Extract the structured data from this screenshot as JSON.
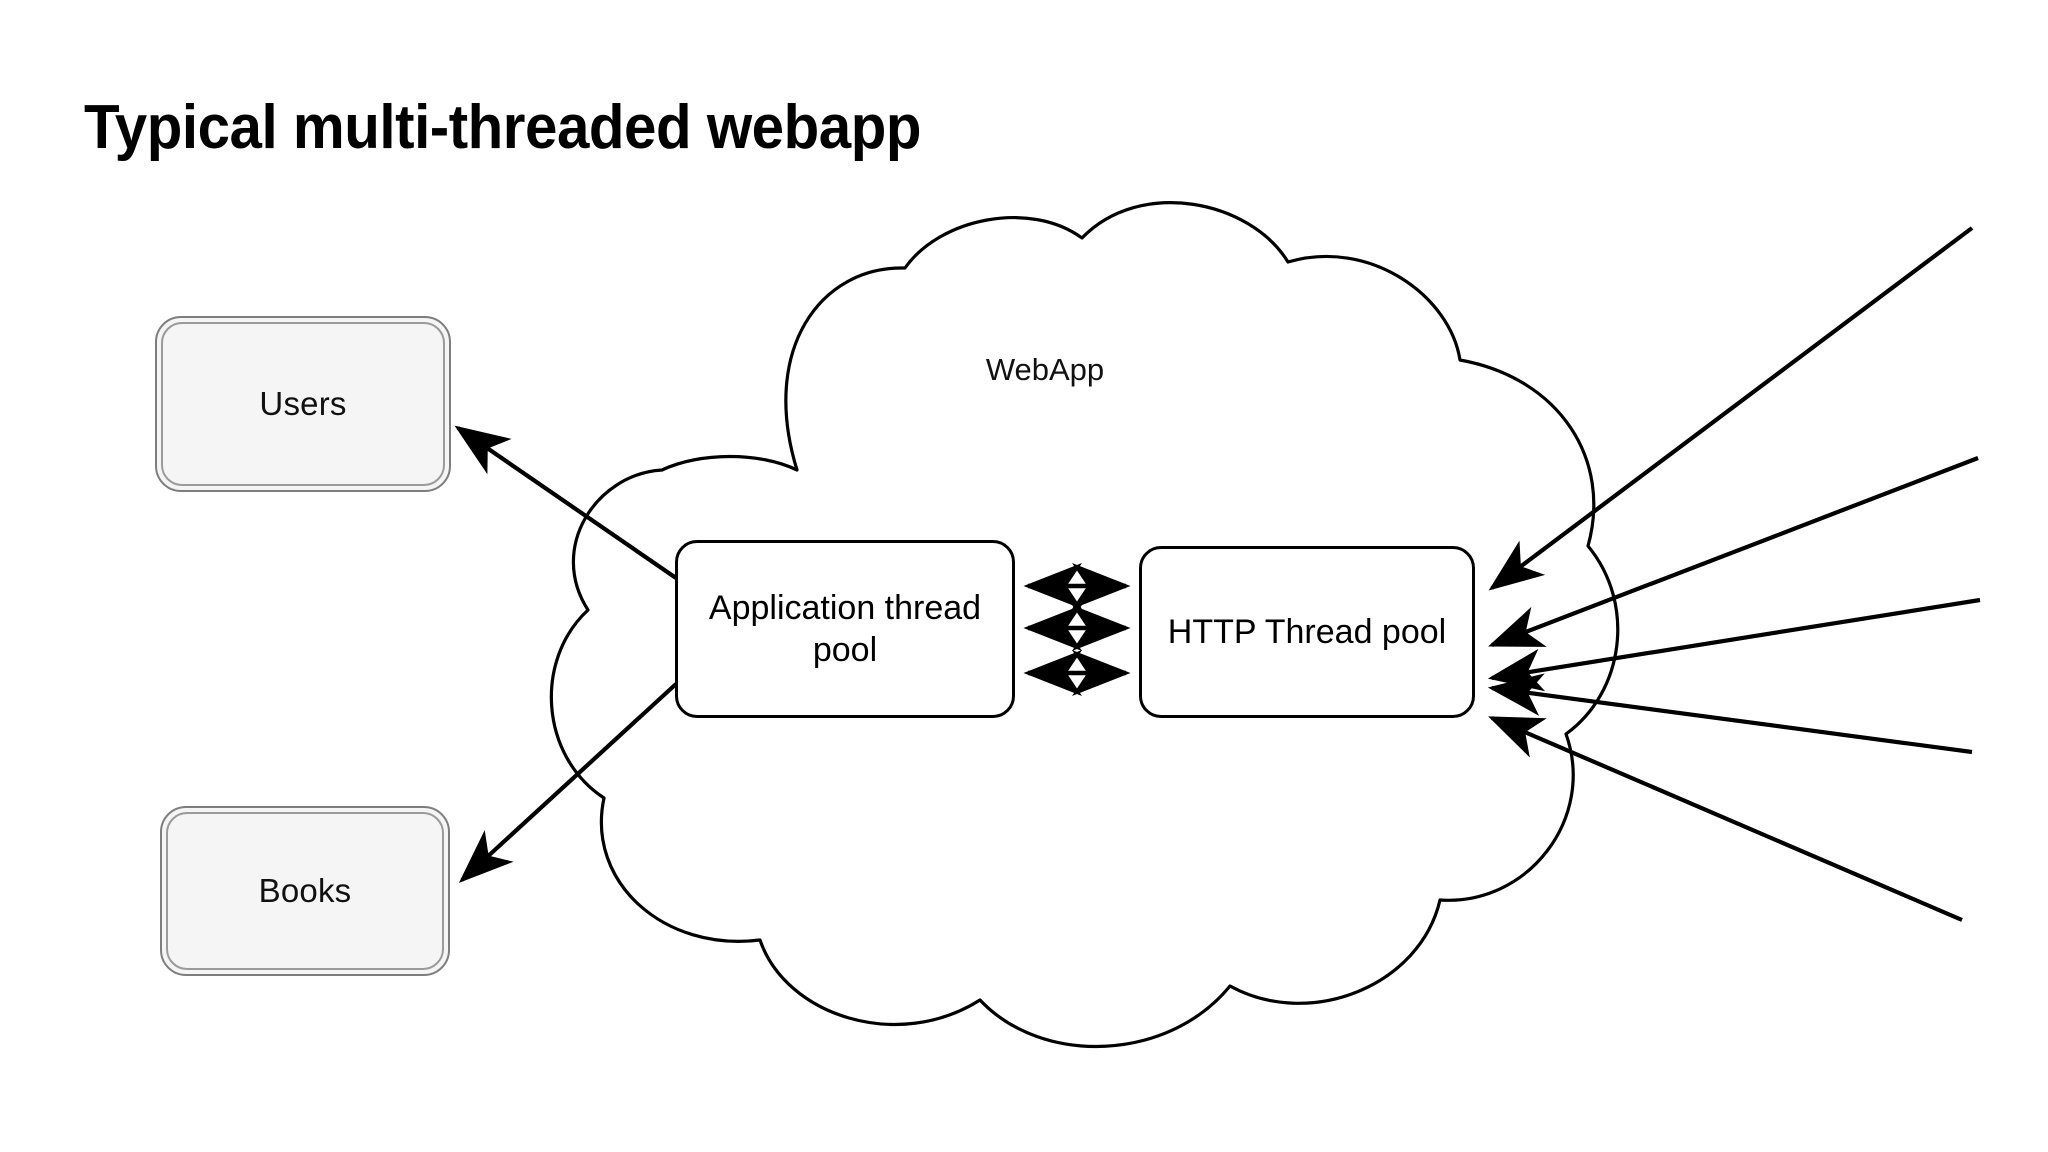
{
  "slide": {
    "title": "Typical multi-threaded webapp",
    "background_color": "#ffffff"
  },
  "diagram": {
    "type": "architecture-diagram",
    "cloud": {
      "name": "WebApp",
      "label": "WebApp",
      "stroke_color": "#000000",
      "fill_color": "#ffffff"
    },
    "entities": [
      {
        "id": "users",
        "label": "Users",
        "shape": "rounded-rect-double-border",
        "fill_color": "#f5f5f5",
        "stroke_color": "#7d7d7d"
      },
      {
        "id": "books",
        "label": "Books",
        "shape": "rounded-rect-double-border",
        "fill_color": "#f5f5f5",
        "stroke_color": "#7d7d7d"
      }
    ],
    "pools": [
      {
        "id": "application-thread-pool",
        "label": "Application thread pool",
        "label_lines": [
          "Application thread",
          "pool"
        ],
        "shape": "rounded-rect",
        "fill_color": "#ffffff",
        "stroke_color": "#000000"
      },
      {
        "id": "http-thread-pool",
        "label": "HTTP Thread pool",
        "label_lines": [
          "HTTP Thread pool"
        ],
        "shape": "rounded-rect",
        "fill_color": "#ffffff",
        "stroke_color": "#000000"
      }
    ],
    "connectors": {
      "pool_to_pool": {
        "count": 3,
        "style": "double-headed-arrow",
        "from": "application-thread-pool",
        "to": "http-thread-pool"
      },
      "pool_to_entities": [
        {
          "from": "application-thread-pool",
          "to": "users",
          "style": "single-arrow"
        },
        {
          "from": "application-thread-pool",
          "to": "books",
          "style": "single-arrow"
        }
      ],
      "incoming_requests": {
        "count": 5,
        "style": "single-arrow",
        "to": "http-thread-pool",
        "origin": "off-canvas-right"
      }
    }
  }
}
